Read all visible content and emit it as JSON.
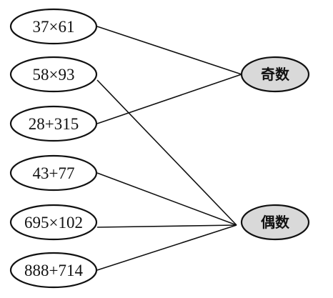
{
  "expressions": [
    {
      "text": "37×61"
    },
    {
      "text": "58×93"
    },
    {
      "text": "28+315"
    },
    {
      "text": "43+77"
    },
    {
      "text": "695×102"
    },
    {
      "text": "888+714"
    }
  ],
  "categories": [
    {
      "text": "奇数"
    },
    {
      "text": "偶数"
    }
  ],
  "connections": [
    {
      "from": 0,
      "to": 0
    },
    {
      "from": 2,
      "to": 0
    },
    {
      "from": 1,
      "to": 1
    },
    {
      "from": 3,
      "to": 1
    },
    {
      "from": 4,
      "to": 1
    },
    {
      "from": 5,
      "to": 1
    }
  ],
  "colors": {
    "line": "#111111",
    "category_fill": "#d9d9d9",
    "expression_fill": "#ffffff"
  }
}
